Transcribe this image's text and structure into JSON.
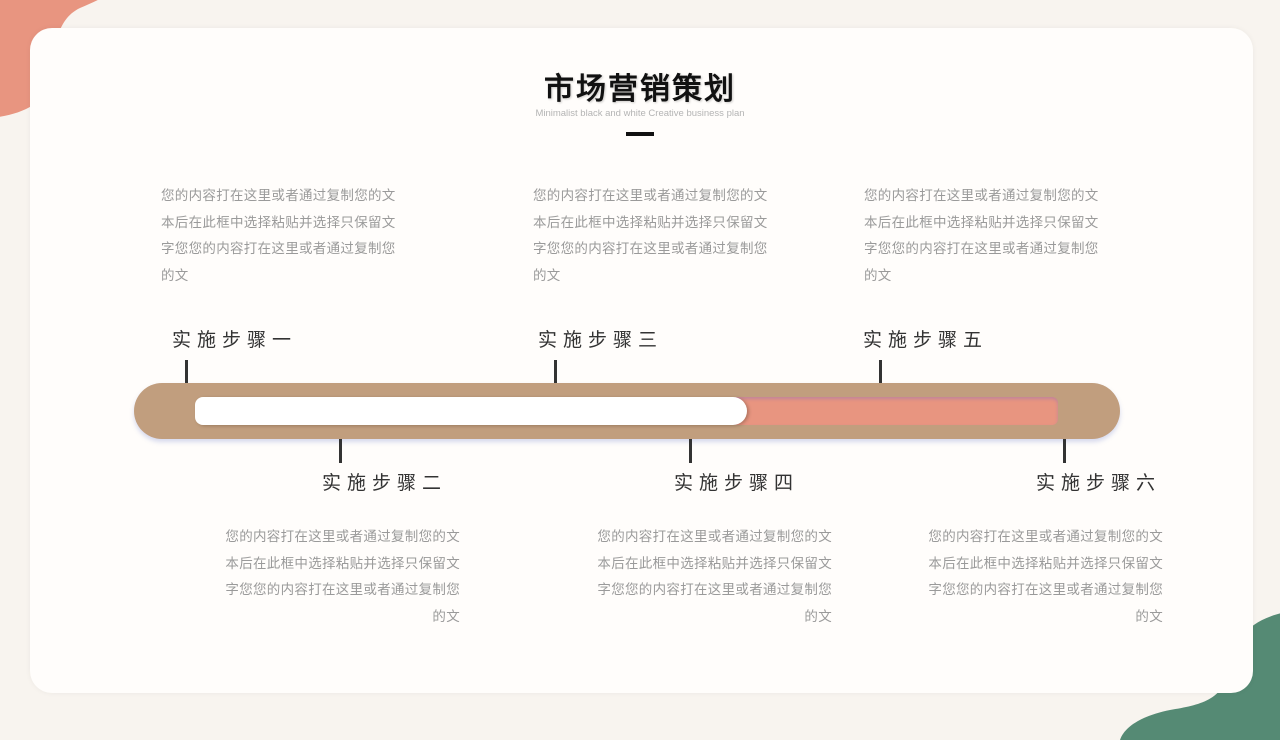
{
  "header": {
    "title": "市场营销策划",
    "subtitle": "Minimalist black and white Creative business plan"
  },
  "colors": {
    "background": "#f8f4ef",
    "card": "#fffdfb",
    "track": "#c19e7e",
    "progress_fill": "#ffffff",
    "progress_remaining": "#e89580",
    "blob_top_left": "#e89580",
    "blob_bottom_right": "#558a74"
  },
  "timeline": {
    "steps": [
      {
        "label": "实施步骤一",
        "position": "top",
        "description": "您的内容打在这里或者通过复制您的文本后在此框中选择粘贴并选择只保留文字您您的内容打在这里或者通过复制您的文"
      },
      {
        "label": "实施步骤二",
        "position": "bottom",
        "description": "您的内容打在这里或者通过复制您的文本后在此框中选择粘贴并选择只保留文字您您的内容打在这里或者通过复制您的文"
      },
      {
        "label": "实施步骤三",
        "position": "top",
        "description": "您的内容打在这里或者通过复制您的文本后在此框中选择粘贴并选择只保留文字您您的内容打在这里或者通过复制您的文"
      },
      {
        "label": "实施步骤四",
        "position": "bottom",
        "description": "您的内容打在这里或者通过复制您的文本后在此框中选择粘贴并选择只保留文字您您的内容打在这里或者通过复制您的文"
      },
      {
        "label": "实施步骤五",
        "position": "top",
        "description": "您的内容打在这里或者通过复制您的文本后在此框中选择粘贴并选择只保留文字您您的内容打在这里或者通过复制您的文"
      },
      {
        "label": "实施步骤六",
        "position": "bottom",
        "description": "您的内容打在这里或者通过复制您的文本后在此框中选择粘贴并选择只保留文字您您的内容打在这里或者通过复制您的文"
      }
    ]
  }
}
